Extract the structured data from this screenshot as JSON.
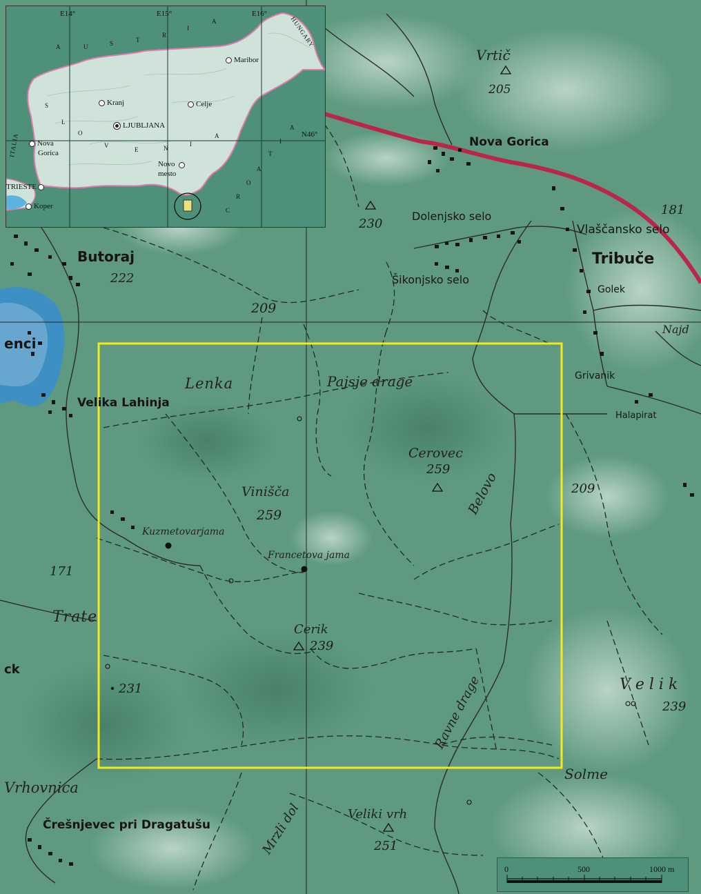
{
  "inset": {
    "longitudes": [
      "E14°",
      "E15°",
      "E16°"
    ],
    "latitude": "N46°",
    "countries": {
      "austria": [
        "A",
        "U",
        "S",
        "T",
        "R",
        "I",
        "A"
      ],
      "hungary": "HUNGARY",
      "italia": "ITALIA",
      "croatia": [
        "C",
        "R",
        "O",
        "A",
        "T",
        "I",
        "A"
      ],
      "slovenia": [
        "S",
        "L",
        "O",
        "V",
        "E",
        "N",
        "I",
        "A"
      ]
    },
    "cities": {
      "maribor": "Maribor",
      "kranj": "Kranj",
      "celje": "Celje",
      "ljubljana": "LJUBLJANA",
      "nova_gorica_1": "Nova",
      "nova_gorica_2": "Gorica",
      "novo_mesto_1": "Novo",
      "novo_mesto_2": "mesto",
      "trieste": "TRIESTE",
      "koper": "Koper"
    },
    "colors": {
      "sea": "#4e9079",
      "land": "#cfe3da",
      "border": "#e07bb0"
    }
  },
  "map": {
    "places": {
      "vrtic": "Vrtič",
      "nova_gorica": "Nova Gorica",
      "dolenjsko_selo": "Dolenjsko selo",
      "vlascansko_selo": "Vlaščansko selo",
      "tribuce": "Tribuče",
      "sikonjsko_selo": "Šikonjsko selo",
      "golek": "Golek",
      "butoraj": "Butoraj",
      "venci": "enci",
      "velika_lahinja": "Velika Lahinja",
      "grivanik": "Grivanik",
      "halapirat": "Halapirat",
      "lenka": "Lenka",
      "pajsje_drage": "Pajsje drage",
      "cerovec": "Cerovec",
      "vinisca": "Vinišča",
      "kuzmetovarjama": "Kuzmetovarjama",
      "francetova_jama": "Francetova jama",
      "belovo": "Belovo",
      "trate": "Trate",
      "cerik": "Cerik",
      "ravne_drage": "Ravne drage",
      "velik": "V e l i k",
      "solme": "Solme",
      "vrhovnica": "Vrhovnica",
      "cresnjevec": "Črešnjevec pri Dragatušu",
      "mrzli_dol": "Mrzli dol",
      "veliki_vrh": "Veliki vrh",
      "ck": "ck",
      "najd": "Najd"
    },
    "elevations": {
      "vrtic": "205",
      "h230": "230",
      "h181": "181",
      "butoraj": "222",
      "h209a": "209",
      "cerovec": "259",
      "vinisca": "259",
      "h209b": "209",
      "h171": "171",
      "cerik": "239",
      "h231": "231",
      "velik": "239",
      "veliki_vrh": "251"
    },
    "colors": {
      "road": "#b8264a",
      "frame": "#f3ea1c",
      "terrain": "#5f9a80"
    }
  },
  "scalebar": {
    "labels": [
      "0",
      "500",
      "1000 m"
    ]
  }
}
